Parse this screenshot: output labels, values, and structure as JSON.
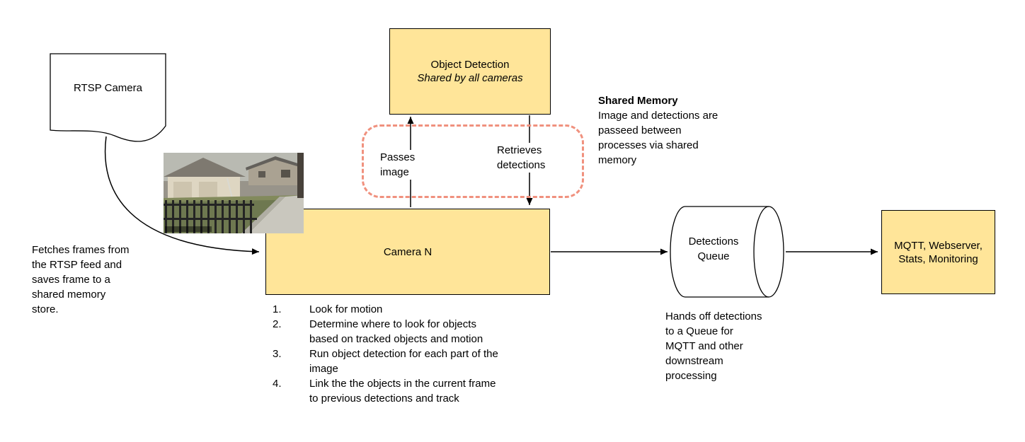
{
  "rtsp_camera": {
    "label": "RTSP Camera",
    "note": "Fetches frames from the RTSP feed and saves frame to a shared memory store."
  },
  "object_detection": {
    "title": "Object Detection",
    "subtitle": "Shared by all cameras"
  },
  "edges": {
    "passes_image": "Passes image",
    "retrieves_detections": "Retrieves detections"
  },
  "shared_memory": {
    "title": "Shared Memory",
    "body": "Image and detections are passeed between processes via shared memory"
  },
  "camera_n": {
    "label": "Camera N",
    "steps": [
      {
        "num": "1.",
        "text": "Look for motion"
      },
      {
        "num": "2.",
        "text": "Determine where to look for objects based on tracked objects and motion"
      },
      {
        "num": "3.",
        "text": "Run object detection for each part of the image"
      },
      {
        "num": "4.",
        "text": "Link the the objects in the current frame to previous detections and track"
      }
    ]
  },
  "detections_queue": {
    "label": "Detections Queue",
    "note": "Hands off detections to a Queue for MQTT and other downstream processing"
  },
  "outputs": {
    "label": "MQTT, Webserver, Stats, Monitoring"
  },
  "colors": {
    "node_fill": "#ffe599",
    "node_border": "#000000",
    "shared_memory_outline": "#f0917e",
    "arrow": "#000000"
  }
}
